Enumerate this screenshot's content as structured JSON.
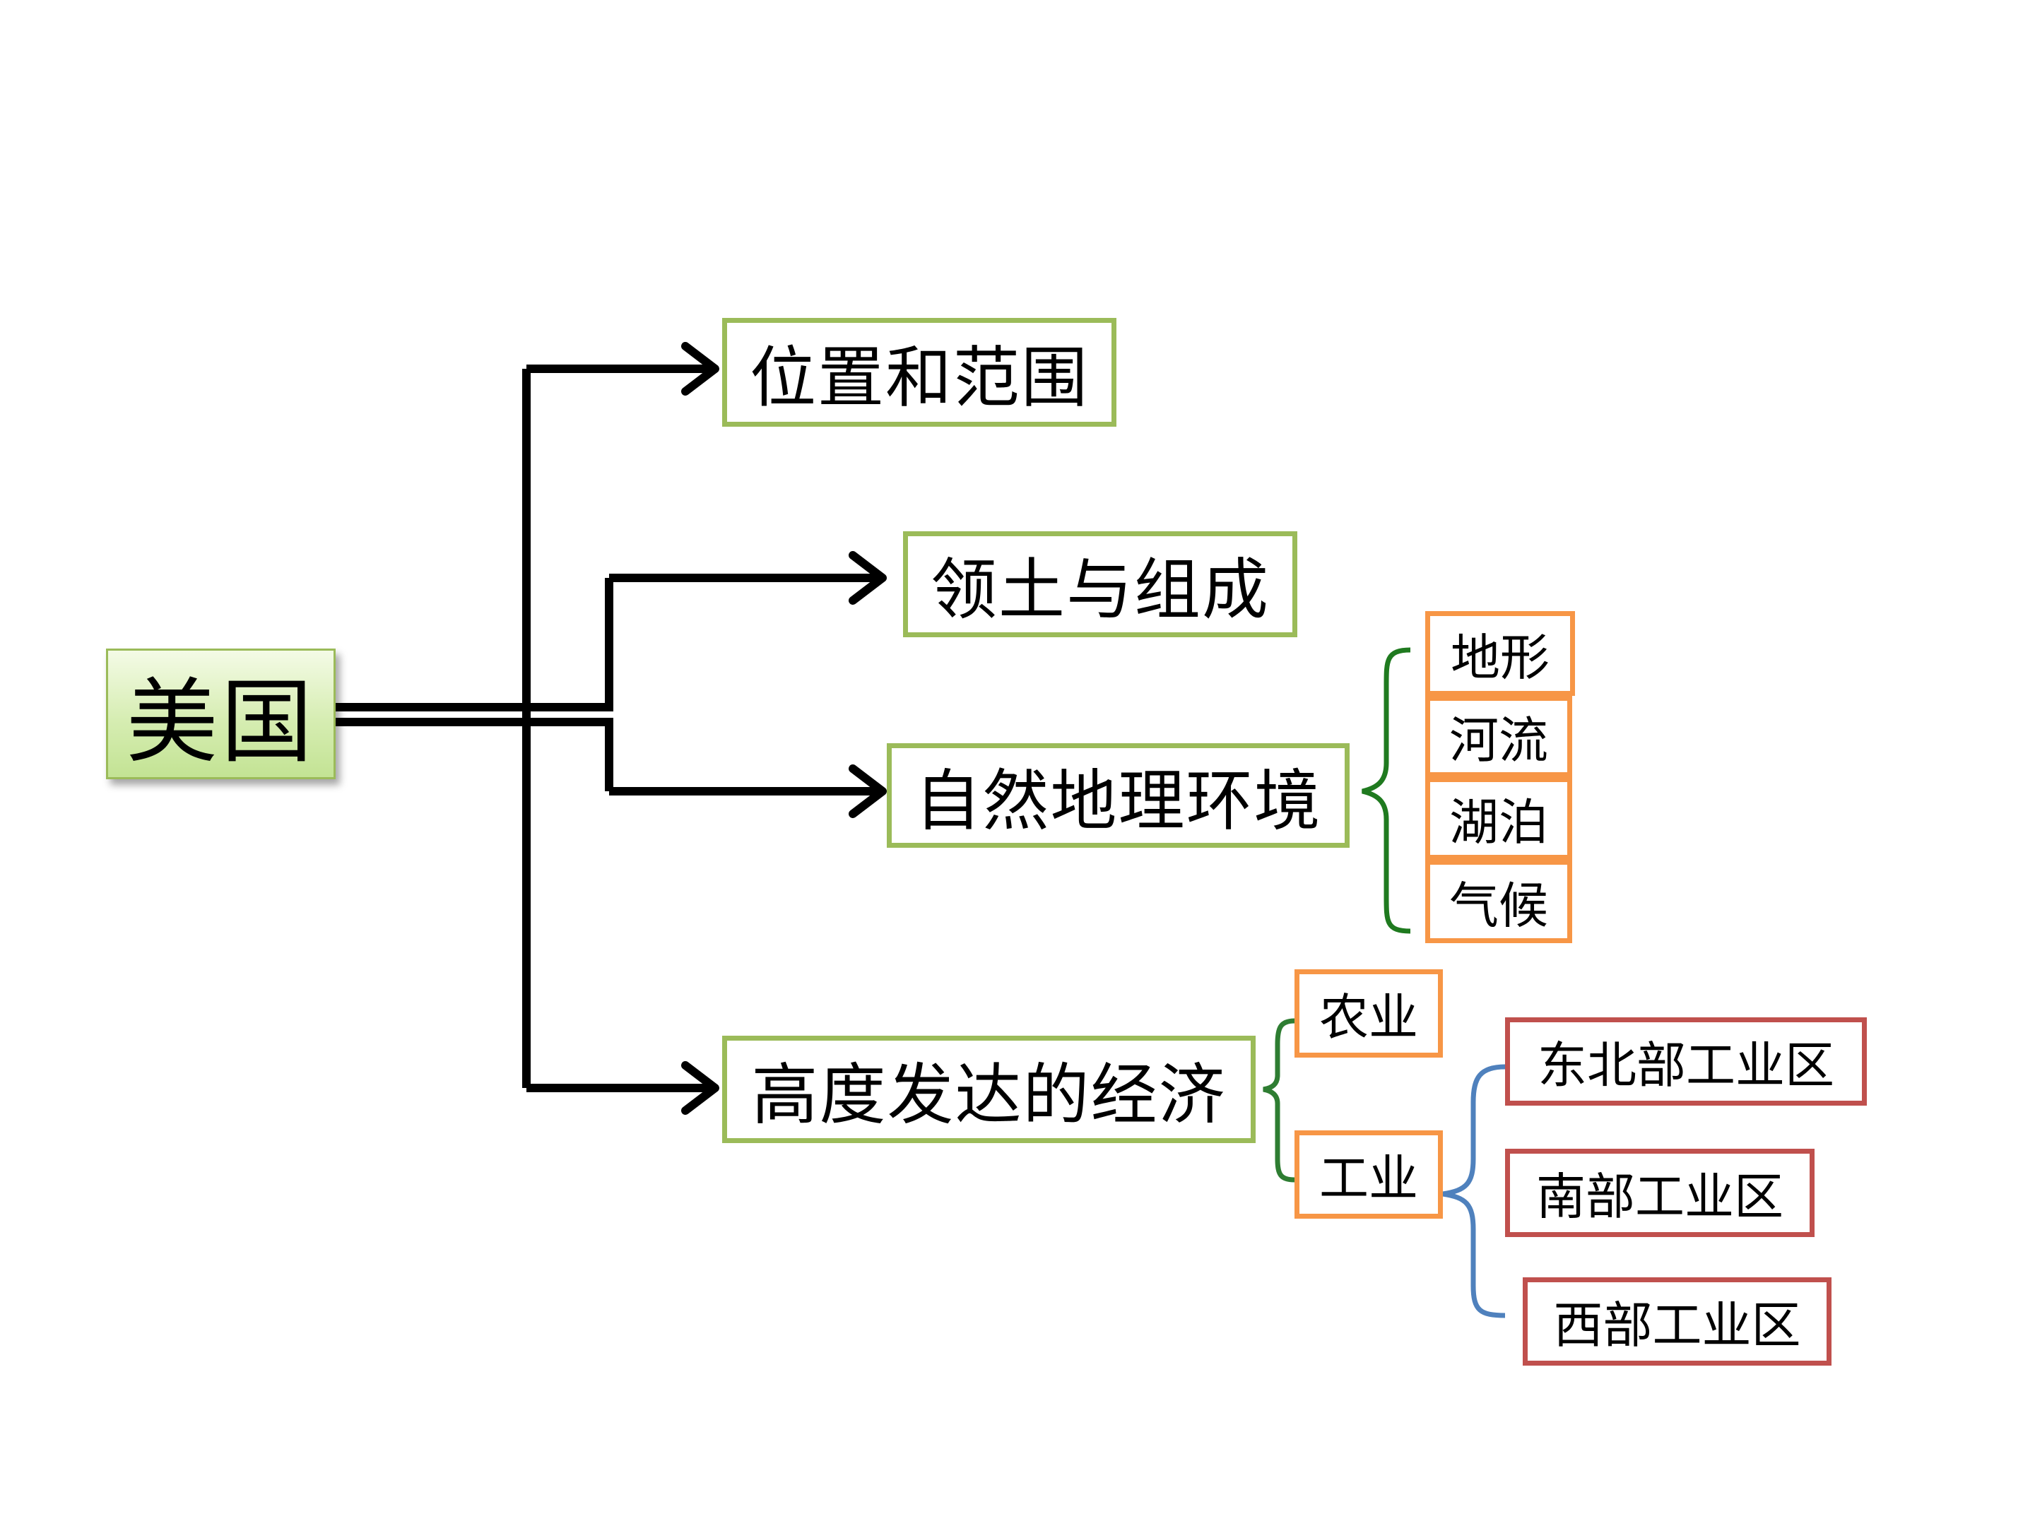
{
  "root": {
    "label": "美国"
  },
  "branches": [
    {
      "label": "位置和范围"
    },
    {
      "label": "领土与组成"
    },
    {
      "label": "自然地理环境"
    },
    {
      "label": "高度发达的经济"
    }
  ],
  "natural_env": {
    "items": [
      "地形",
      "河流",
      "湖泊",
      "气候"
    ]
  },
  "economy": {
    "agriculture": "农业",
    "industry": "工业",
    "industrial_zones": [
      "东北部工业区",
      "南部工业区",
      "西部工业区"
    ]
  },
  "colors": {
    "branch_border": "#9bbb59",
    "sub_border": "#f79646",
    "zone_border": "#c0504d",
    "natural_brace": "#1f7a1f",
    "economy_brace": "#2e7d32",
    "industry_brace": "#4f81bd"
  }
}
